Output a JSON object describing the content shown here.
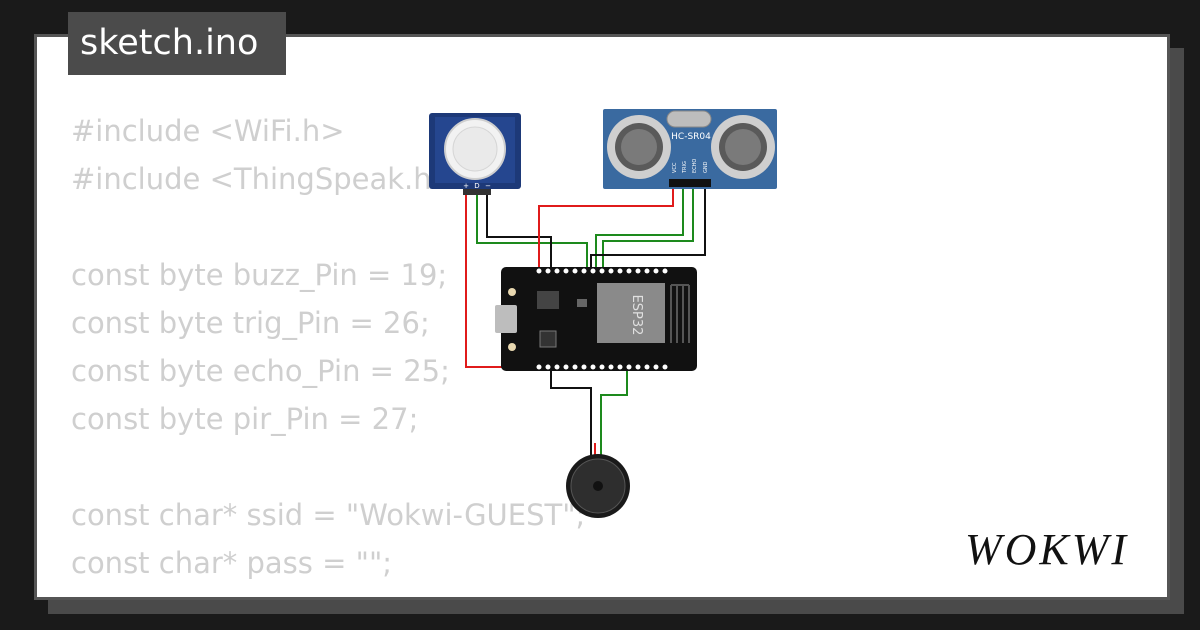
{
  "tab": {
    "filename": "sketch.ino"
  },
  "code_lines": [
    "#include <WiFi.h>",
    "#include <ThingSpeak.h>",
    "",
    "const byte buzz_Pin = 19;",
    "const byte trig_Pin = 26;",
    "const byte echo_Pin = 25;",
    "const byte pir_Pin = 27;",
    "",
    "const char* ssid = \"Wokwi-GUEST\";",
    "const char* pass = \"\";"
  ],
  "components": {
    "pir": {
      "pin_labels": [
        "+",
        "D",
        "−"
      ]
    },
    "ultrasonic": {
      "model": "HC-SR04",
      "pin_labels": [
        "VCC",
        "TRIG",
        "ECHO",
        "GND"
      ]
    },
    "esp32": {
      "chip_label": "ESP32"
    }
  },
  "brand": {
    "logo": "WOKWI"
  },
  "colors": {
    "background": "#1a1a1a",
    "card": "#ffffff",
    "tab": "#4b4b4b",
    "code_text": "#cfcfcf",
    "wire_green": "#1d8a1d",
    "wire_red": "#e01b1b",
    "wire_black": "#111111",
    "sensor_blue": "#3a6aa0",
    "pir_navy": "#1d3978",
    "board": "#111111"
  }
}
